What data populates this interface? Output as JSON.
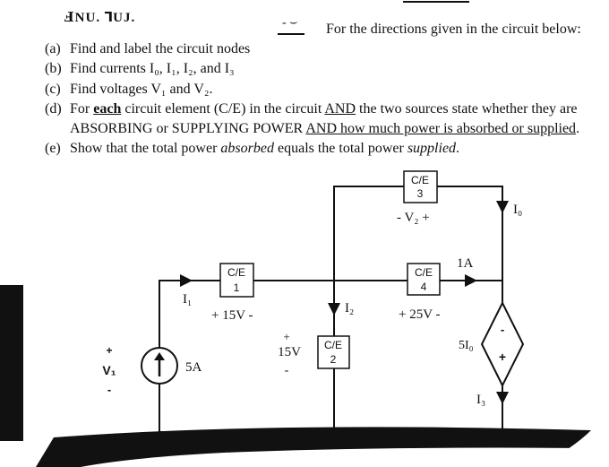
{
  "header": {
    "problem_no": "ℲNU. ⅂UJ.",
    "prefix": "- ⌣",
    "directions": "For the directions given in the circuit below:"
  },
  "items": [
    {
      "label": "(a)",
      "text": "Find and label the circuit nodes"
    },
    {
      "label": "(b)",
      "text": "Find currents I₀, I₁, I₂, and I₃"
    },
    {
      "label": "(c)",
      "text": "Find voltages V₁ and V₂."
    },
    {
      "label": "(d)",
      "pre": "For ",
      "bold_u": "each",
      "mid": " circuit element (C/E) in the circuit ",
      "u1": "AND",
      "post": " the two sources state whether they are"
    },
    {
      "label": "",
      "pre": "ABSORBING or SUPPLYING POWER ",
      "u1": "AND how much power is absorbed or supplied",
      "post": "."
    },
    {
      "label": "(e)",
      "pre": "Show that the total power ",
      "i1": "absorbed",
      "mid": " equals the total power ",
      "i2": "supplied",
      "post": "."
    }
  ],
  "circuit": {
    "ce1": {
      "top": "C/E",
      "num": "1",
      "voltage": "+ 15V  -"
    },
    "ce2": {
      "top": "C/E",
      "num": "2",
      "plus": "+",
      "value": "15V",
      "minus": "-"
    },
    "ce3": {
      "top": "C/E",
      "num": "3",
      "voltage": "-  V₂  +"
    },
    "ce4": {
      "top": "C/E",
      "num": "4",
      "voltage": "+  25V -"
    },
    "current_source": {
      "label": "5A"
    },
    "v1": {
      "plus": "+",
      "name": "V₁",
      "minus": "-"
    },
    "currents": {
      "i0": "I₀",
      "i1": "I₁",
      "i2": "I₂",
      "i3": "I₃",
      "one_amp": "1A"
    },
    "dependent_source": {
      "label": "5I₀",
      "minus": "-",
      "plus": "+"
    }
  }
}
